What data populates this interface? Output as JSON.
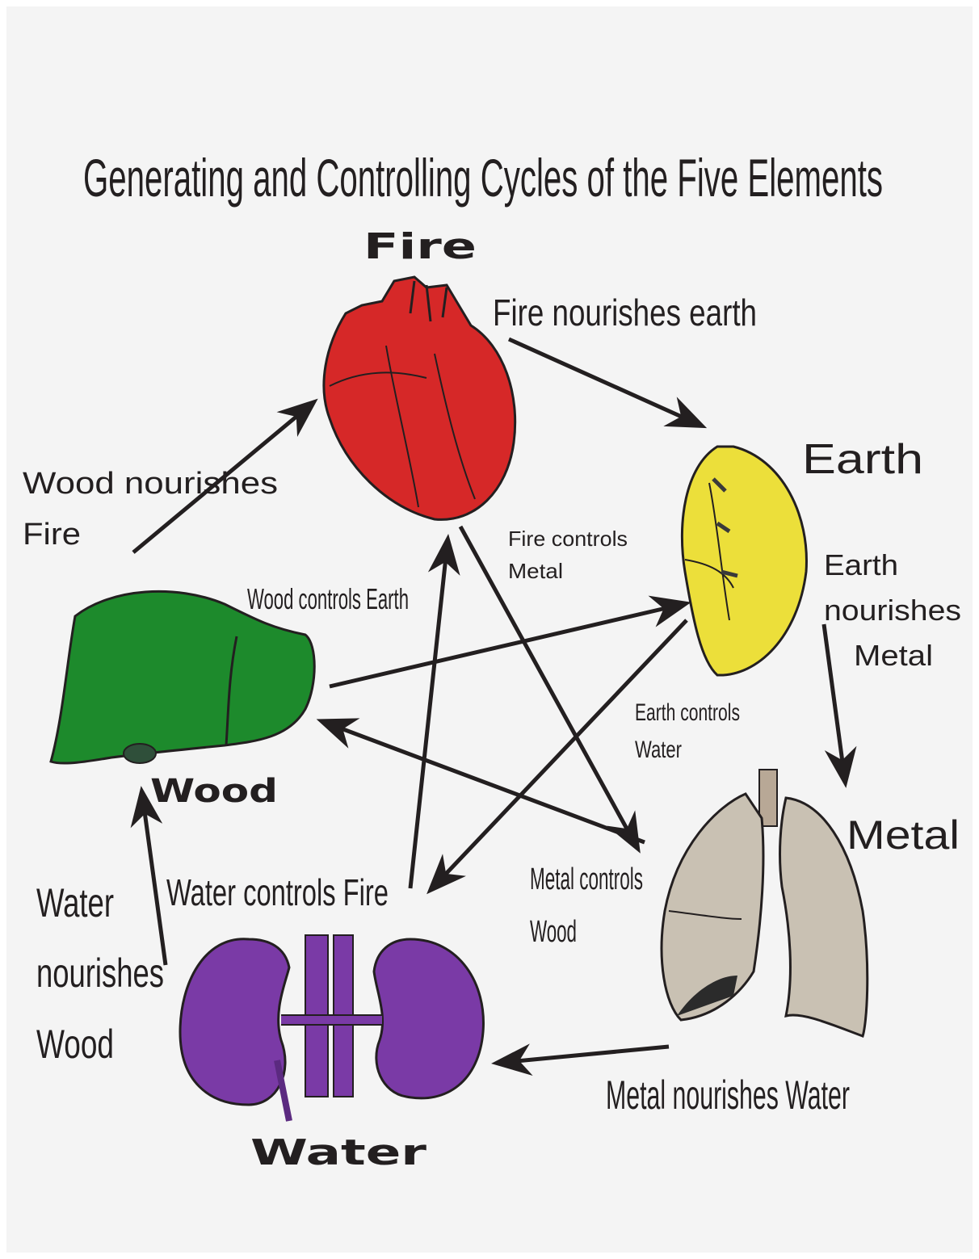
{
  "title": "Generating and Controlling Cycles of the Five Elements",
  "elements": {
    "fire": "Fire",
    "earth": "Earth",
    "metal": "Metal",
    "water": "Water",
    "wood": "Wood"
  },
  "nourishing": {
    "fire_earth": "Fire nourishes earth",
    "earth_metal": [
      "Earth",
      "nourishes",
      "Metal"
    ],
    "metal_water": "Metal  nourishes Water",
    "water_wood": [
      "Water",
      "nourishes",
      "Wood"
    ],
    "wood_fire": [
      "Wood nourishes",
      "Fire"
    ]
  },
  "controlling": {
    "fire_metal": [
      "Fire controls",
      "Metal"
    ],
    "earth_water": [
      "Earth controls",
      "Water"
    ],
    "metal_wood": [
      "Metal controls",
      "Wood"
    ],
    "water_fire": "Water controls Fire",
    "wood_earth": "Wood controls Earth"
  },
  "colors": {
    "heart": "#d62828",
    "spleen": "#ecdf3a",
    "lungs": "#c9c1b3",
    "kidneys": "#7a3aa6",
    "liver": "#1d8a2c",
    "ink": "#231f20"
  }
}
